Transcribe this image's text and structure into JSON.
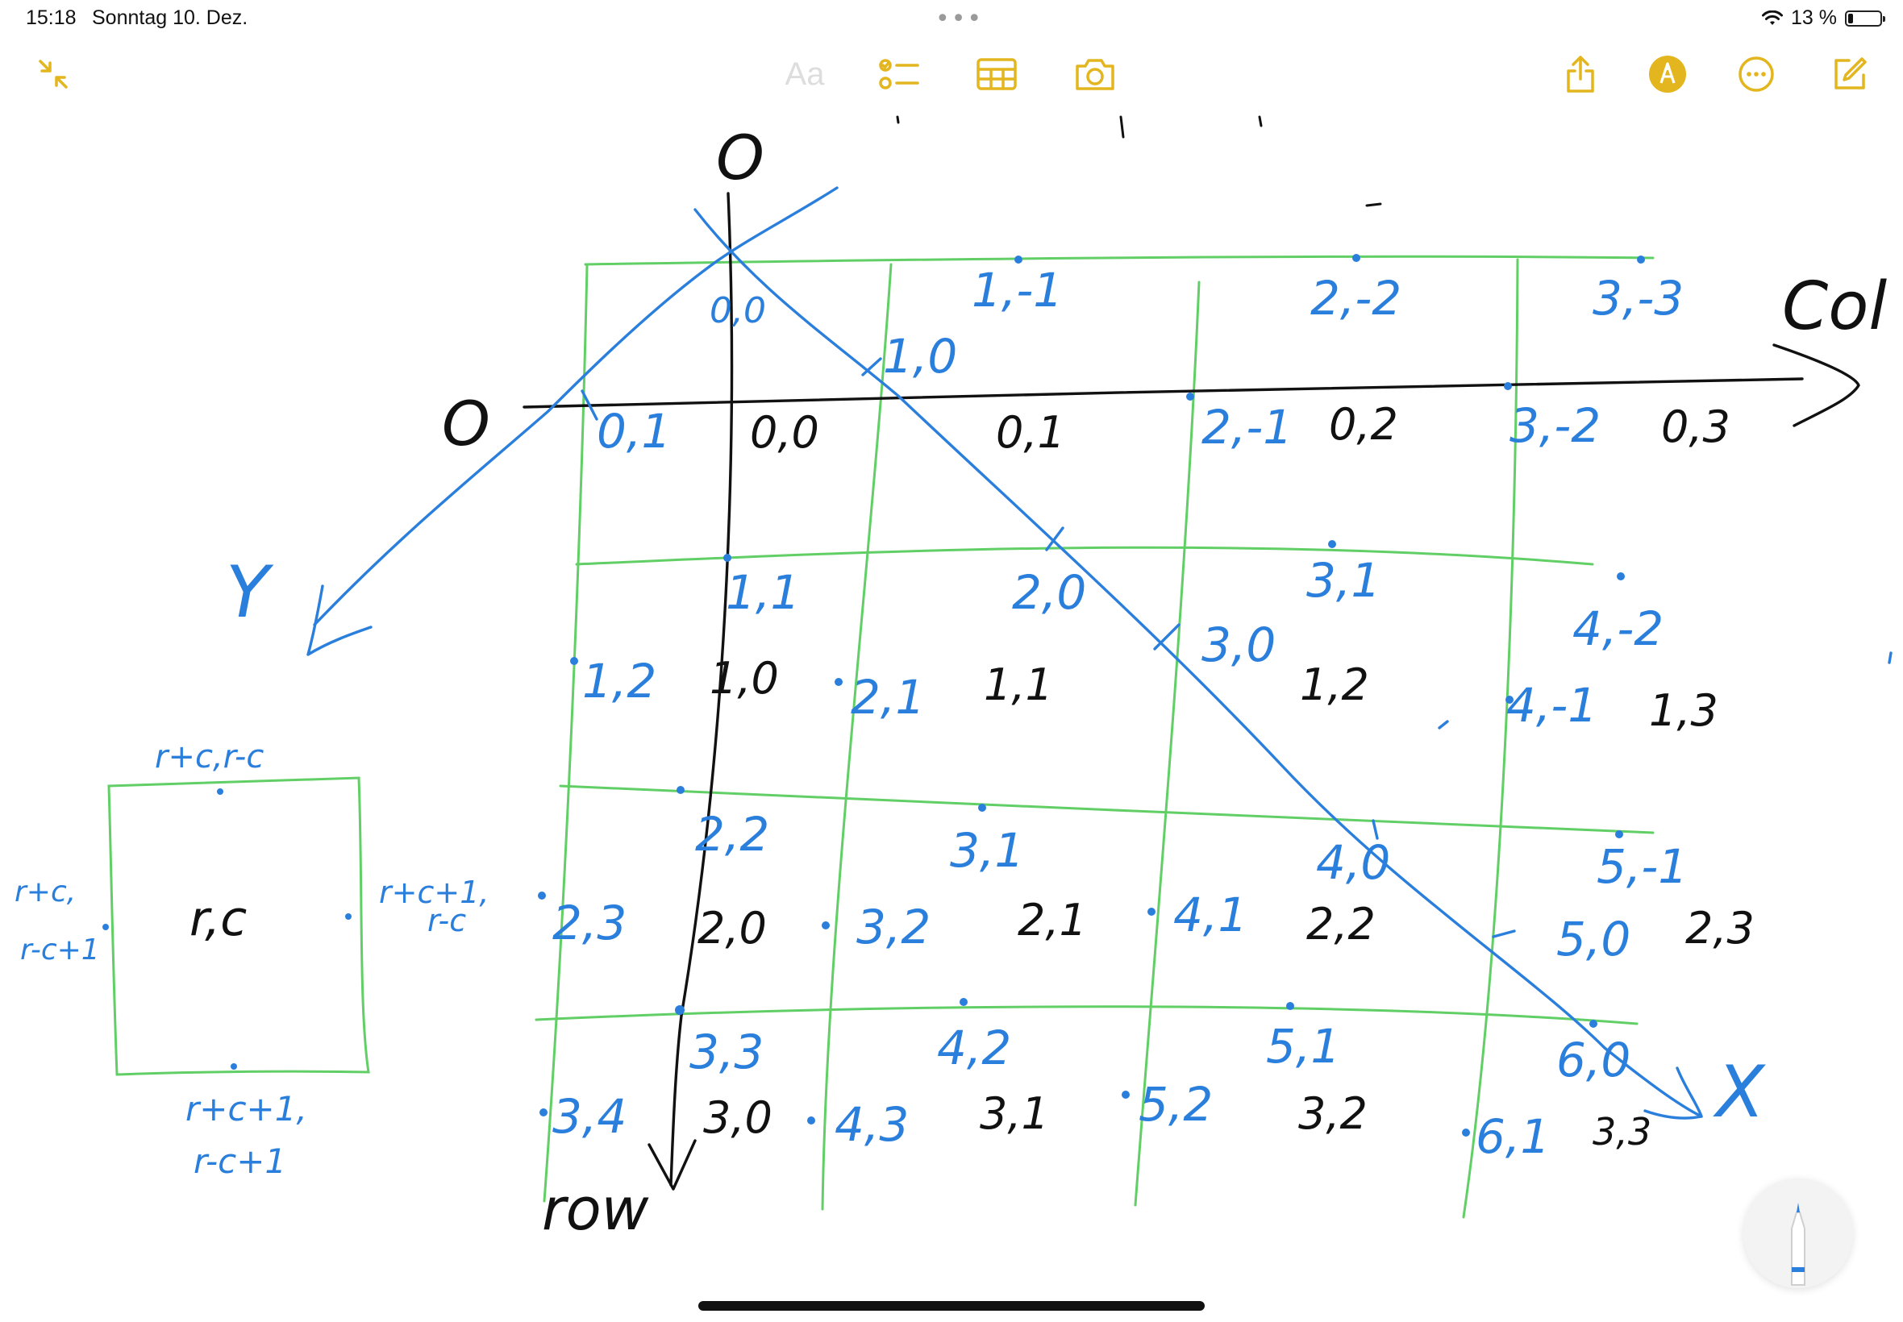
{
  "status_bar": {
    "time": "15:18",
    "date": "Sonntag 10. Dez.",
    "battery": "13 %",
    "multitask_dots": "•••"
  },
  "toolbar": {
    "format_label": "Aa",
    "icons": [
      "collapse-icon",
      "checklist-icon",
      "table-icon",
      "camera-icon",
      "share-icon",
      "markup-icon",
      "more-icon",
      "compose-icon"
    ]
  },
  "colors": {
    "accent": "#e3b51e",
    "ink_black": "#111111",
    "ink_blue": "#2b7fdc",
    "ink_green": "#62cf66"
  },
  "sketch": {
    "origin_top": "O",
    "origin_left": "O",
    "axis_col": "Col",
    "axis_row": "row",
    "axis_x": "X",
    "axis_y": "Y",
    "blue_labels": [
      "0,0",
      "1,-1",
      "2,-2",
      "3,-3",
      "1,0",
      "0,1",
      "2,-1",
      "3,-2",
      "1,1",
      "2,0",
      "3,1",
      "4,-2",
      "1,2",
      "2,1",
      "3,0",
      "4,-1",
      "2,2",
      "3,1",
      "4,0",
      "5,-1",
      "2,3",
      "3,2",
      "4,1",
      "5,0",
      "3,3",
      "4,2",
      "5,1",
      "6,0",
      "3,4",
      "4,3",
      "5,2",
      "6,1"
    ],
    "black_labels": [
      "0,0",
      "0,1",
      "0,2",
      "0,3",
      "1,0",
      "1,1",
      "1,2",
      "1,3",
      "2,0",
      "2,1",
      "2,2",
      "2,3",
      "3,0",
      "3,1",
      "3,2",
      "3,3"
    ],
    "cell_legend": {
      "center": "r,c",
      "top": "r+c,r-c",
      "left_1": "r+c,",
      "left_2": "r-c+1",
      "right_1": "r+c+1,",
      "right_2": "r-c",
      "bottom_1": "r+c+1,",
      "bottom_2": "r-c+1"
    }
  }
}
